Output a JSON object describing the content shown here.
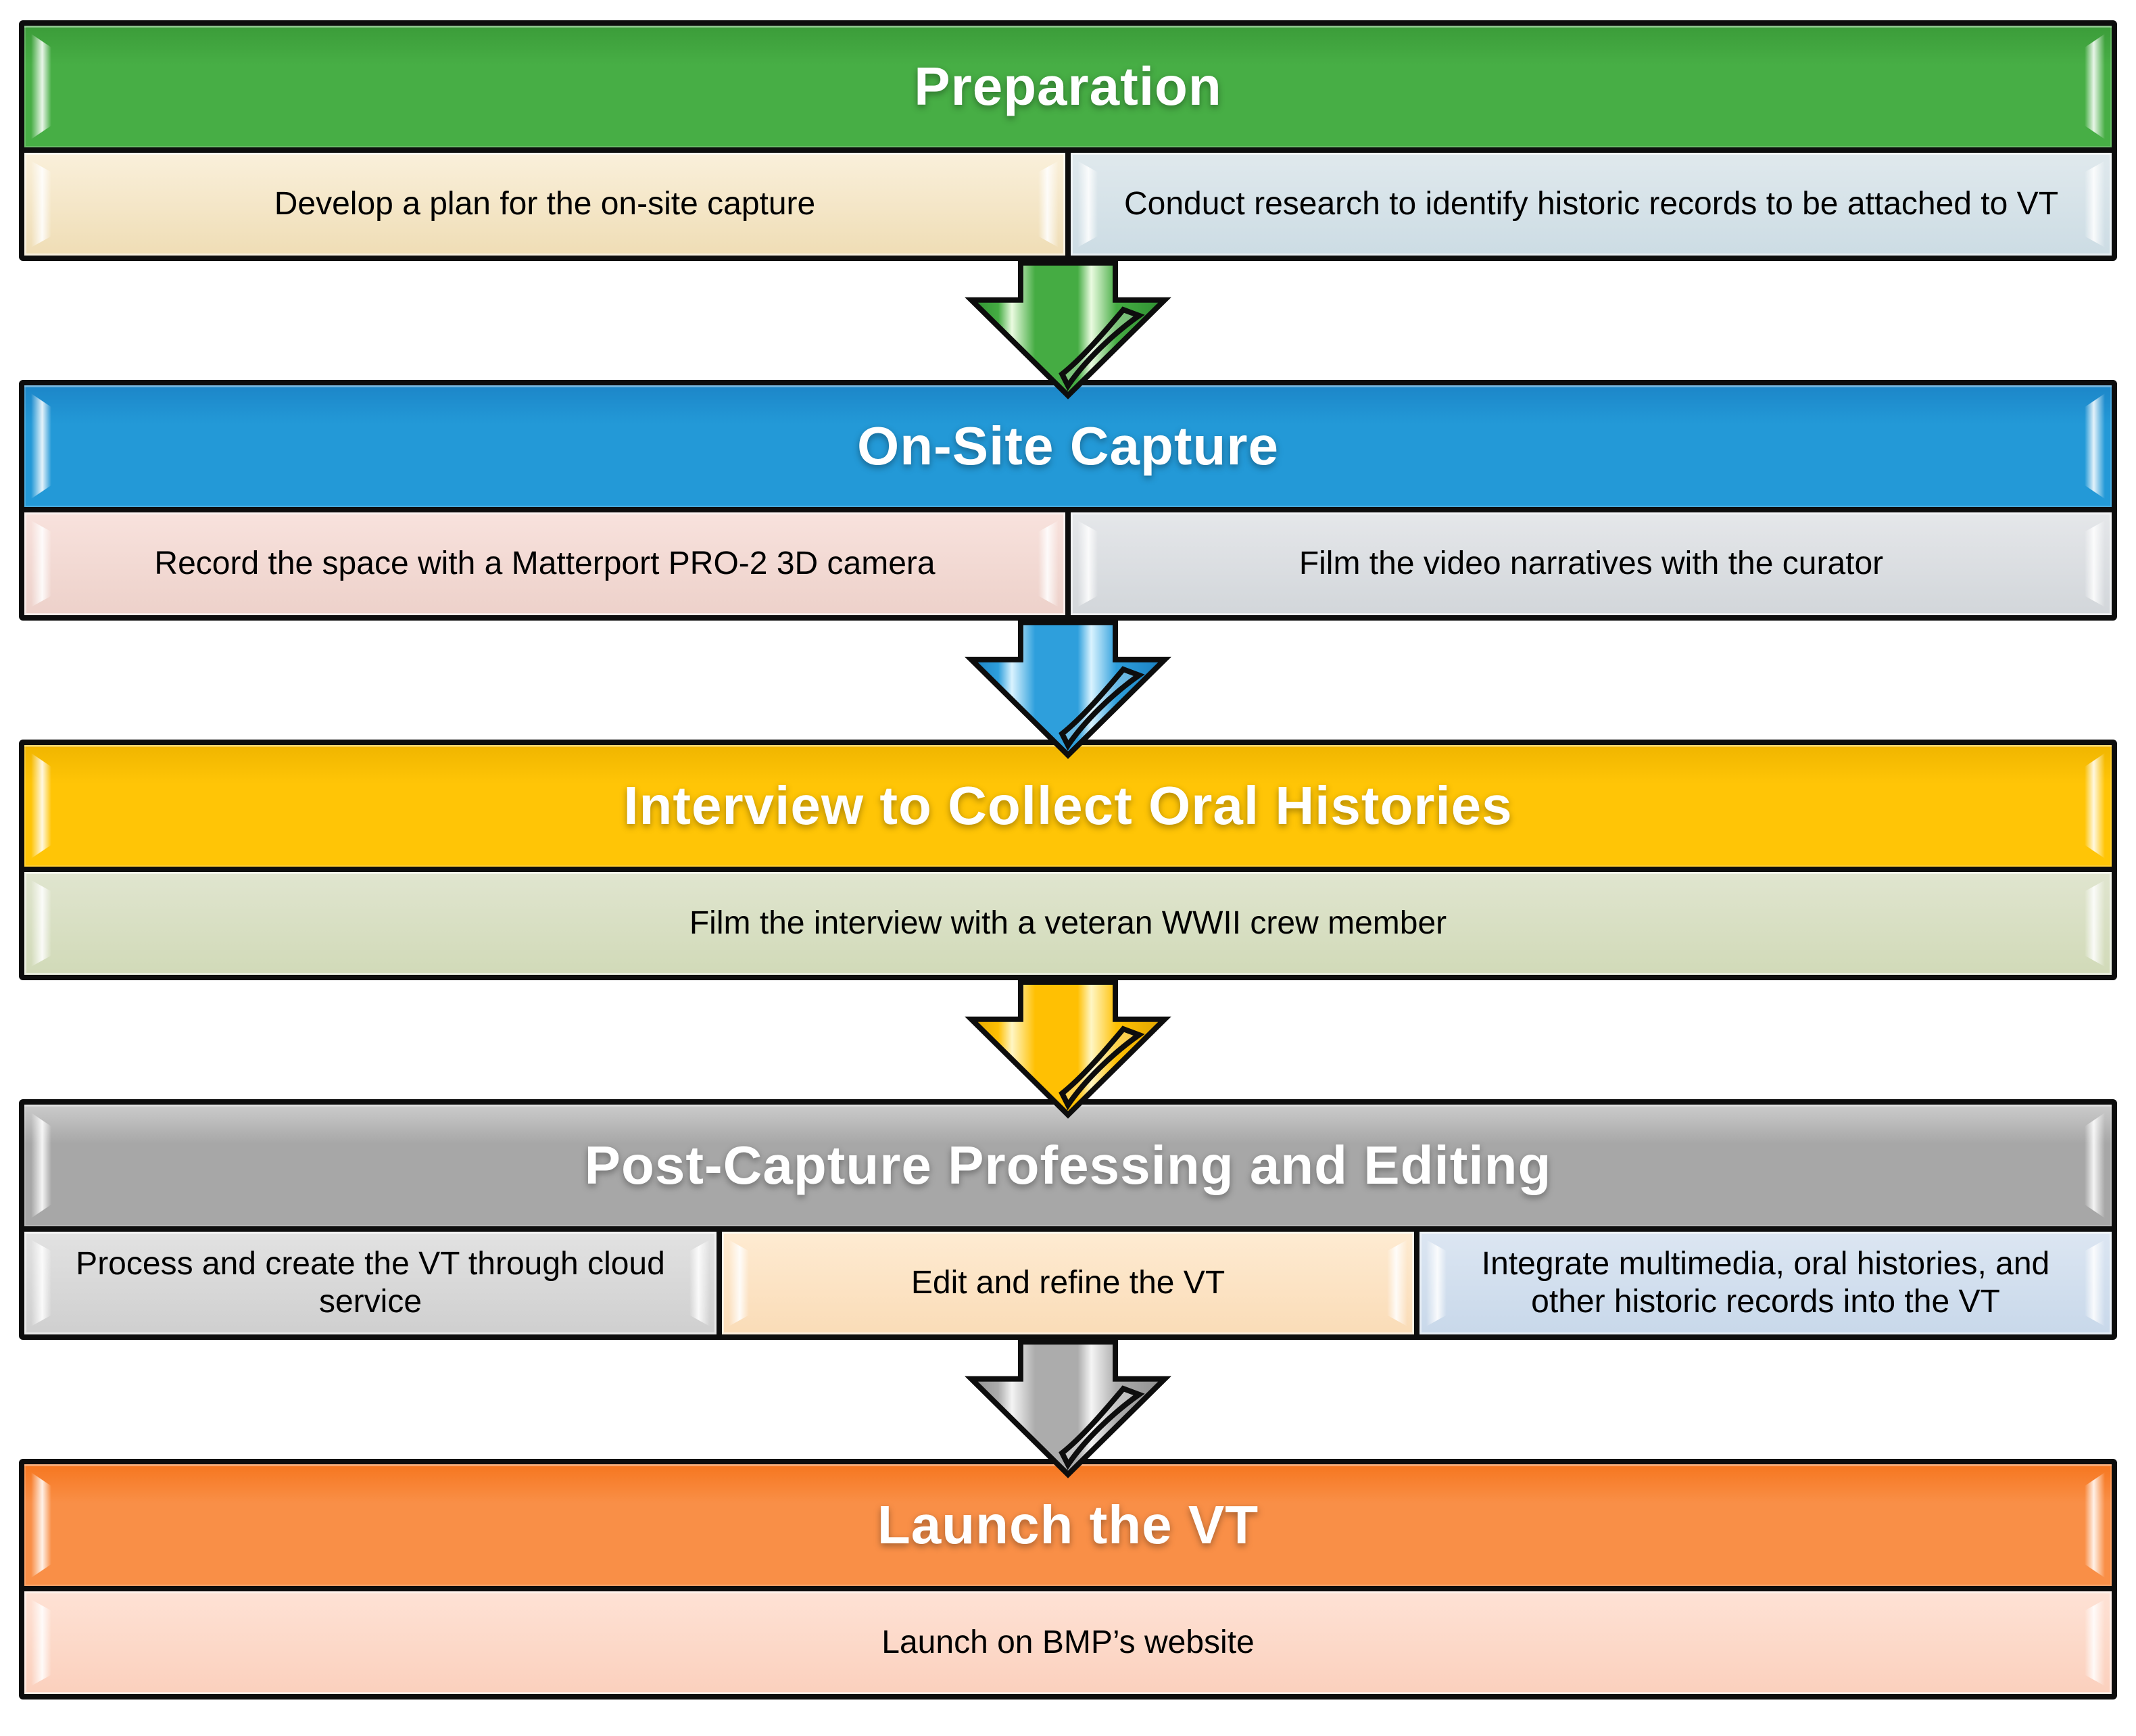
{
  "diagram": {
    "outline_color": "#0d0d0d",
    "background": "#ffffff",
    "header_text_color": "#ffffff",
    "cell_text_color": "#000000"
  },
  "sections": [
    {
      "title": "Preparation",
      "colors": {
        "header_top": "#3B9C39",
        "header_main": "#47AE45"
      },
      "items": [
        {
          "text": "Develop a plan for the on-site capture",
          "bg_top": "#FAF0DB",
          "bg_bottom": "#EFDDB5"
        },
        {
          "text": "Conduct research to identify historic records to be attached to VT",
          "bg_top": "#E0E9ED",
          "bg_bottom": "#CCDCE4"
        }
      ]
    },
    {
      "title": "On-Site Capture",
      "colors": {
        "header_top": "#1C86C8",
        "header_main": "#2399D7"
      },
      "items": [
        {
          "text": "Record the space with a Matterport PRO-2 3D camera",
          "bg_top": "#F8E2DD",
          "bg_bottom": "#EDD1CA"
        },
        {
          "text": "Film the video narratives with the curator",
          "bg_top": "#E5E7EA",
          "bg_bottom": "#D2D6DA"
        }
      ]
    },
    {
      "title": "Interview to Collect Oral Histories",
      "colors": {
        "header_top": "#F0B500",
        "header_main": "#FFC506"
      },
      "items": [
        {
          "text": "Film the interview with a veteran WWII crew member",
          "bg_top": "#E0E5CF",
          "bg_bottom": "#D1DAB8"
        }
      ]
    },
    {
      "title": "Post-Capture Professing and Editing",
      "colors": {
        "header_top": "#CCCCCC",
        "header_main": "#A7A7A7"
      },
      "items": [
        {
          "text": "Process and create the VT through cloud service",
          "bg_top": "#E2E2E2",
          "bg_bottom": "#CFCFCF"
        },
        {
          "text": "Edit and refine the VT",
          "bg_top": "#FEEBD2",
          "bg_bottom": "#FADCB7"
        },
        {
          "text": "Integrate multimedia, oral histories, and other historic records into the VT",
          "bg_top": "#DCE6F2",
          "bg_bottom": "#C8D8EA"
        }
      ]
    },
    {
      "title": "Launch the VT",
      "colors": {
        "header_top": "#F6761F",
        "header_main": "#F98F47"
      },
      "items": [
        {
          "text": "Launch on BMP’s website",
          "bg_top": "#FEE2D5",
          "bg_bottom": "#FBD0BD"
        }
      ]
    }
  ],
  "arrows": [
    {
      "name": "green-down-arrow",
      "base": "#45AC43",
      "light": "#EAFBE0",
      "edge": "#2E8F31"
    },
    {
      "name": "blue-down-arrow",
      "base": "#2E9FDC",
      "light": "#D9F3FF",
      "edge": "#1A7FC0"
    },
    {
      "name": "amber-down-arrow",
      "base": "#FFC003",
      "light": "#FFF6C4",
      "edge": "#DFA400"
    },
    {
      "name": "gray-down-arrow",
      "base": "#ACACAC",
      "light": "#F4F4F4",
      "edge": "#8E8E8E"
    }
  ]
}
